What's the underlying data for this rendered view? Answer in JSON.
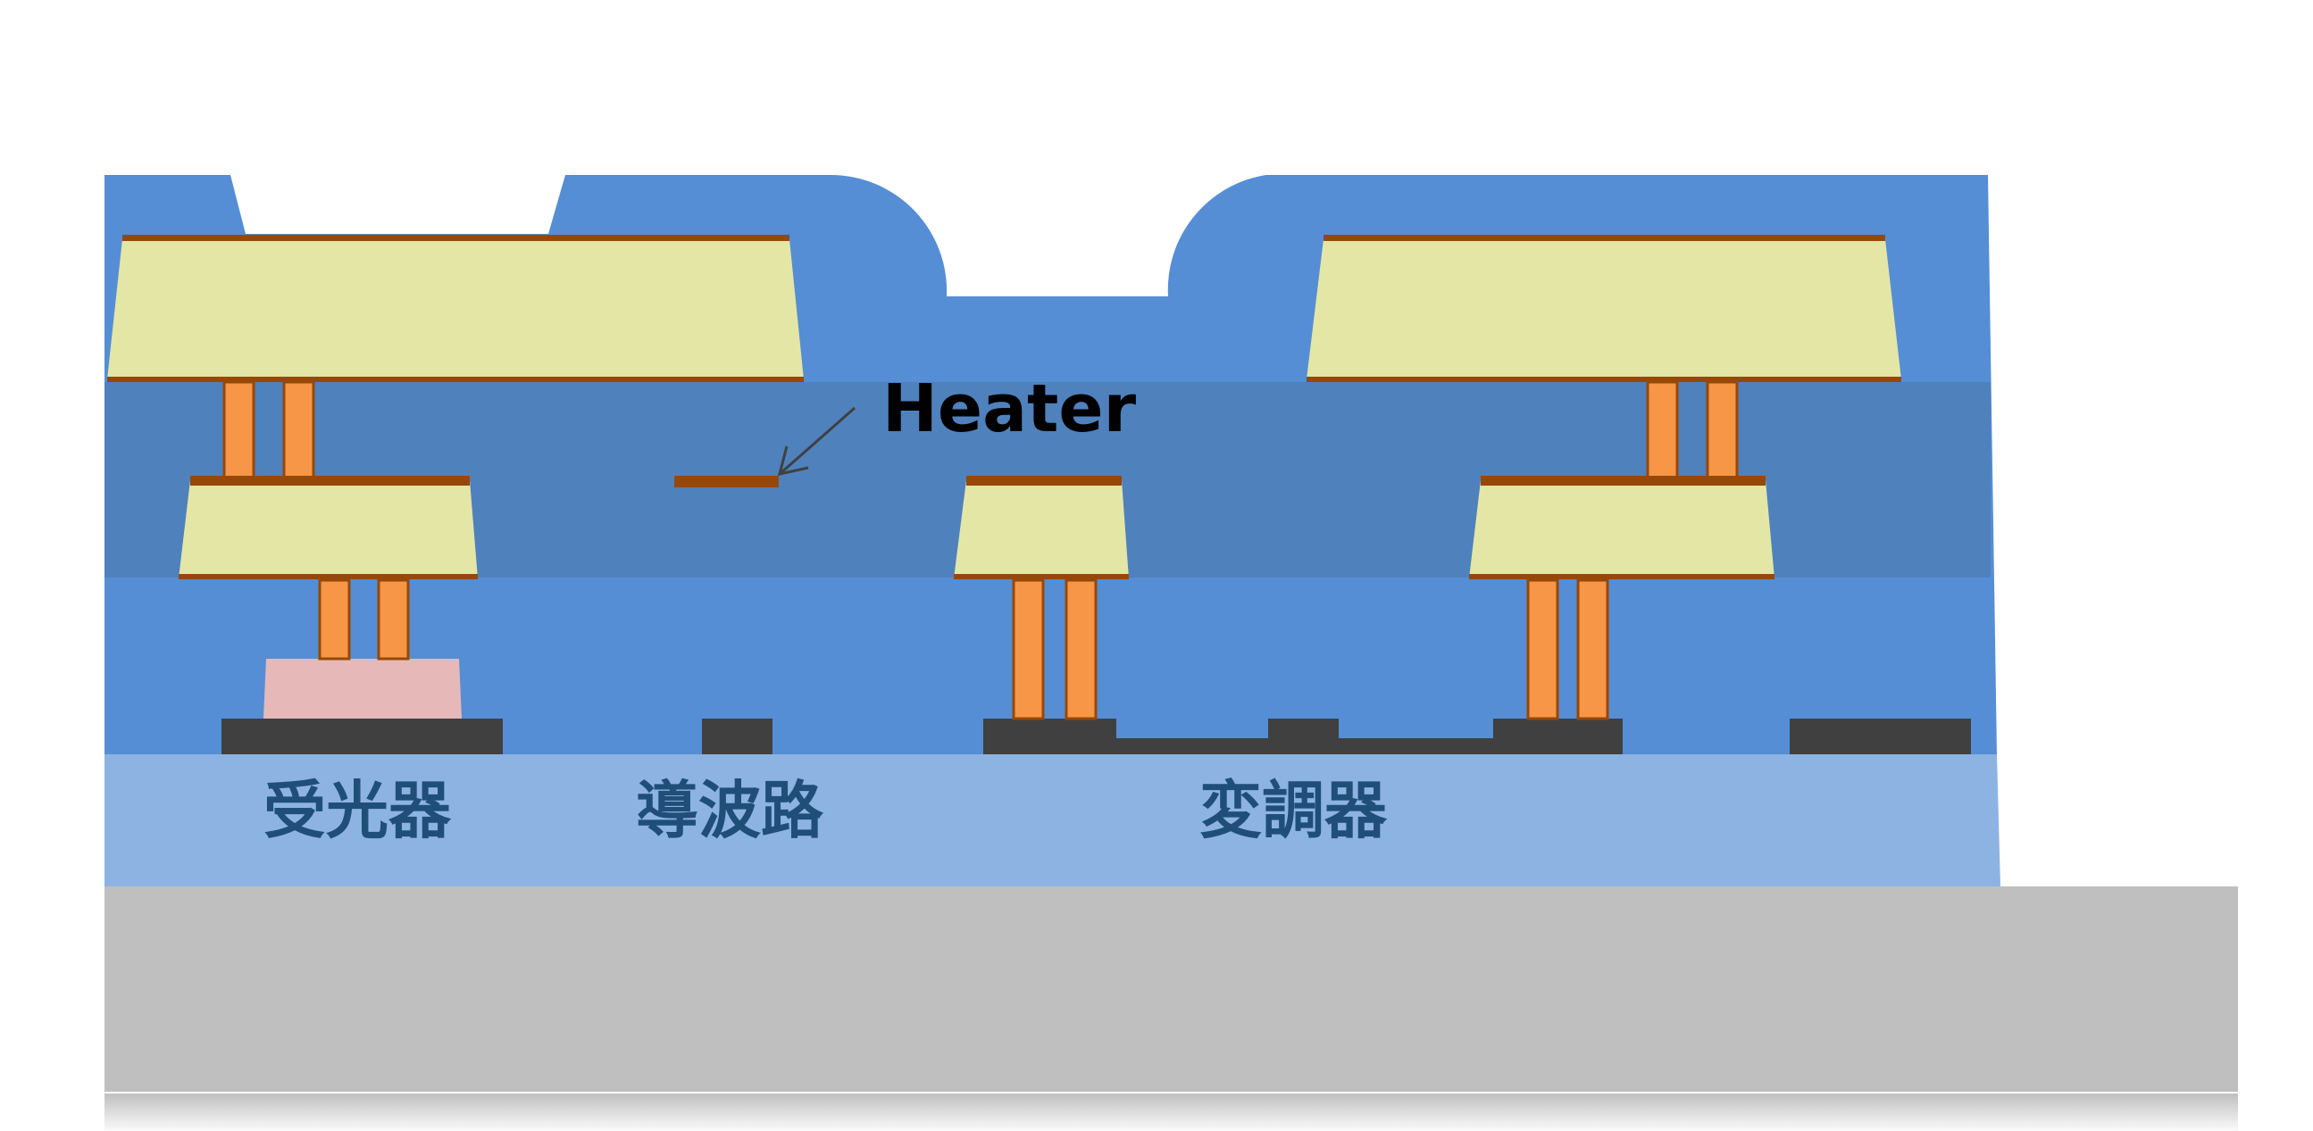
{
  "labels": {
    "heater": "Heater",
    "photodetector": "受光器",
    "waveguide": "導波路",
    "modulator": "変調器"
  },
  "colors": {
    "top_cladding": "#558ED5",
    "middle_cladding": "#4F81BD",
    "box_layer": "#8DB3E2",
    "substrate": "#BFBFBF",
    "metal_pad": "#E4E6A6",
    "metal_edge": "#974806",
    "via": "#F79646",
    "detector": "#E6B9B8",
    "silicon": "#404040",
    "label_text": "#1F4E79"
  }
}
